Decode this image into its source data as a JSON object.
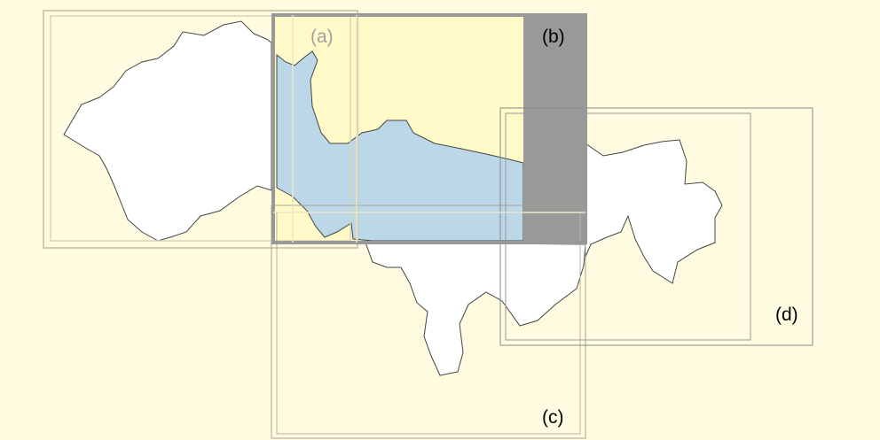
{
  "diagram": {
    "panels": [
      {
        "id": "a",
        "label": "(a)",
        "label_color": "#a0a0a0"
      },
      {
        "id": "b",
        "label": "(b)",
        "label_color": "#000000"
      },
      {
        "id": "c",
        "label": "(c)",
        "label_color": "#000000"
      },
      {
        "id": "d",
        "label": "(d)",
        "label_color": "#000000"
      }
    ],
    "colors": {
      "background": "#fffbe0",
      "panel_b_fill": "#fffac8",
      "water_fill": "#bcd8e8",
      "land_fill": "#ffffff",
      "dark_band": "#999999",
      "frame_light": "#d8d4b8",
      "frame_dark": "#888888"
    }
  }
}
